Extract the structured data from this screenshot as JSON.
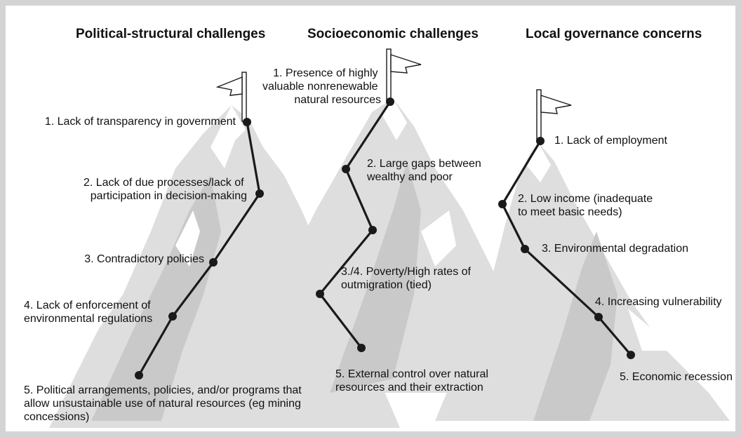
{
  "columns": [
    {
      "id": "political",
      "header": "Political-structural challenges",
      "items": [
        {
          "lines": [
            "1. Lack of transparency in government"
          ]
        },
        {
          "lines": [
            "2. Lack of due processes/lack of",
            "participation in decision-making"
          ]
        },
        {
          "lines": [
            "3. Contradictory policies"
          ]
        },
        {
          "lines": [
            "4. Lack of enforcement of",
            "environmental regulations"
          ]
        },
        {
          "lines": [
            "5. Political arrangements, policies, and/or programs that",
            "allow unsustainable use of natural resources (eg mining",
            "concessions)"
          ]
        }
      ]
    },
    {
      "id": "socioeconomic",
      "header": "Socioeconomic challenges",
      "items": [
        {
          "lines": [
            "1. Presence of highly",
            "valuable nonrenewable",
            "natural resources"
          ]
        },
        {
          "lines": [
            "2. Large gaps between",
            "wealthy and poor"
          ]
        },
        {
          "lines": [
            "3./4. Poverty/High rates of",
            "outmigration (tied)"
          ]
        },
        {
          "lines": [
            "5. External control over natural",
            "resources and their extraction"
          ]
        }
      ]
    },
    {
      "id": "local",
      "header": "Local governance concerns",
      "items": [
        {
          "lines": [
            "1. Lack of employment"
          ]
        },
        {
          "lines": [
            "2. Low income (inadequate",
            "to meet basic needs)"
          ]
        },
        {
          "lines": [
            "3. Environmental degradation"
          ]
        },
        {
          "lines": [
            "4. Increasing vulnerability"
          ]
        },
        {
          "lines": [
            "5. Economic recession"
          ]
        }
      ]
    }
  ],
  "colors": {
    "mountain": "#dedede",
    "mountain_shadow": "#c9c9c9",
    "path": "#1a1a1a",
    "frame": "#d4d4d4"
  },
  "icons": [
    "flag-icon",
    "mountain-illustration"
  ]
}
